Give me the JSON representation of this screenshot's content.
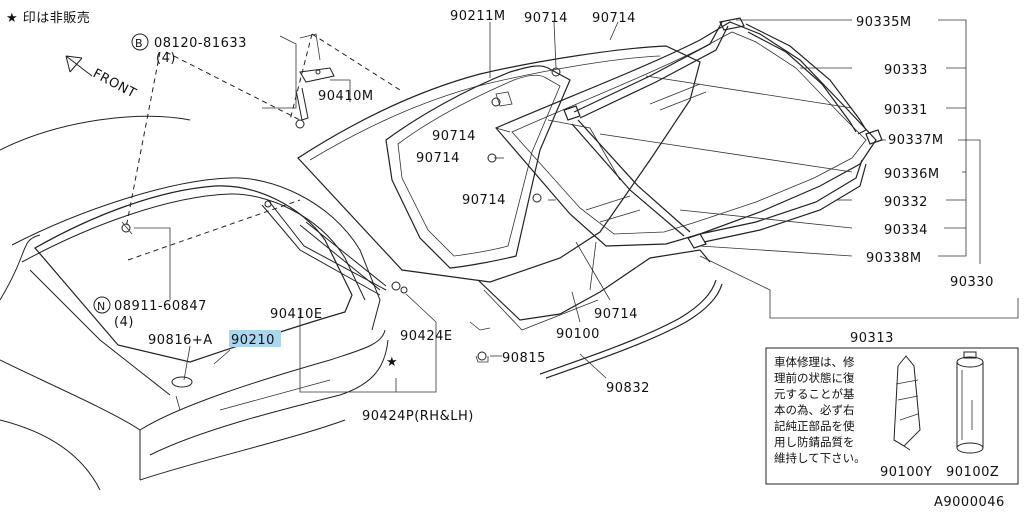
{
  "legend": {
    "star_note": "★ 印は非販売"
  },
  "front_label": "FRONT",
  "parts": {
    "p90211M": "90211M",
    "p90714_a": "90714",
    "p90714_b": "90714",
    "p90714_c": "90714",
    "p90714_d": "90714",
    "p90714_e": "90714",
    "p90714_f": "90714",
    "p90335M": "90335M",
    "p90333": "90333",
    "p90331": "90331",
    "p90337M": "90337M",
    "p90336M": "90336M",
    "p90332": "90332",
    "p90334": "90334",
    "p90338M": "90338M",
    "p90330": "90330",
    "p90313": "90313",
    "p90410M": "90410M",
    "p90410E": "90410E",
    "p90424E": "90424E",
    "p90424P": "90424P(RH&LH)",
    "p90815": "90815",
    "p90100": "90100",
    "p90832": "90832",
    "p90816A": "90816+A",
    "p90210": "90210",
    "p90100Y": "90100Y",
    "p90100Z": "90100Z",
    "bolt_b": "08120-81633",
    "bolt_b_prefix": "B",
    "bolt_b_qty": "(4)",
    "nut_n": "08911-60847",
    "nut_n_prefix": "N",
    "nut_n_qty": "(4)"
  },
  "note_box": {
    "lines": [
      "車体修理は、修",
      "理前の状態に復",
      "元することが基",
      "本の為、必ず右",
      "記純正部品を使",
      "用し防錆品質を",
      "維持して下さい。"
    ]
  },
  "diagram_code": "A9000046",
  "colors": {
    "highlight": "#a8d8f0",
    "ink": "#222222"
  }
}
